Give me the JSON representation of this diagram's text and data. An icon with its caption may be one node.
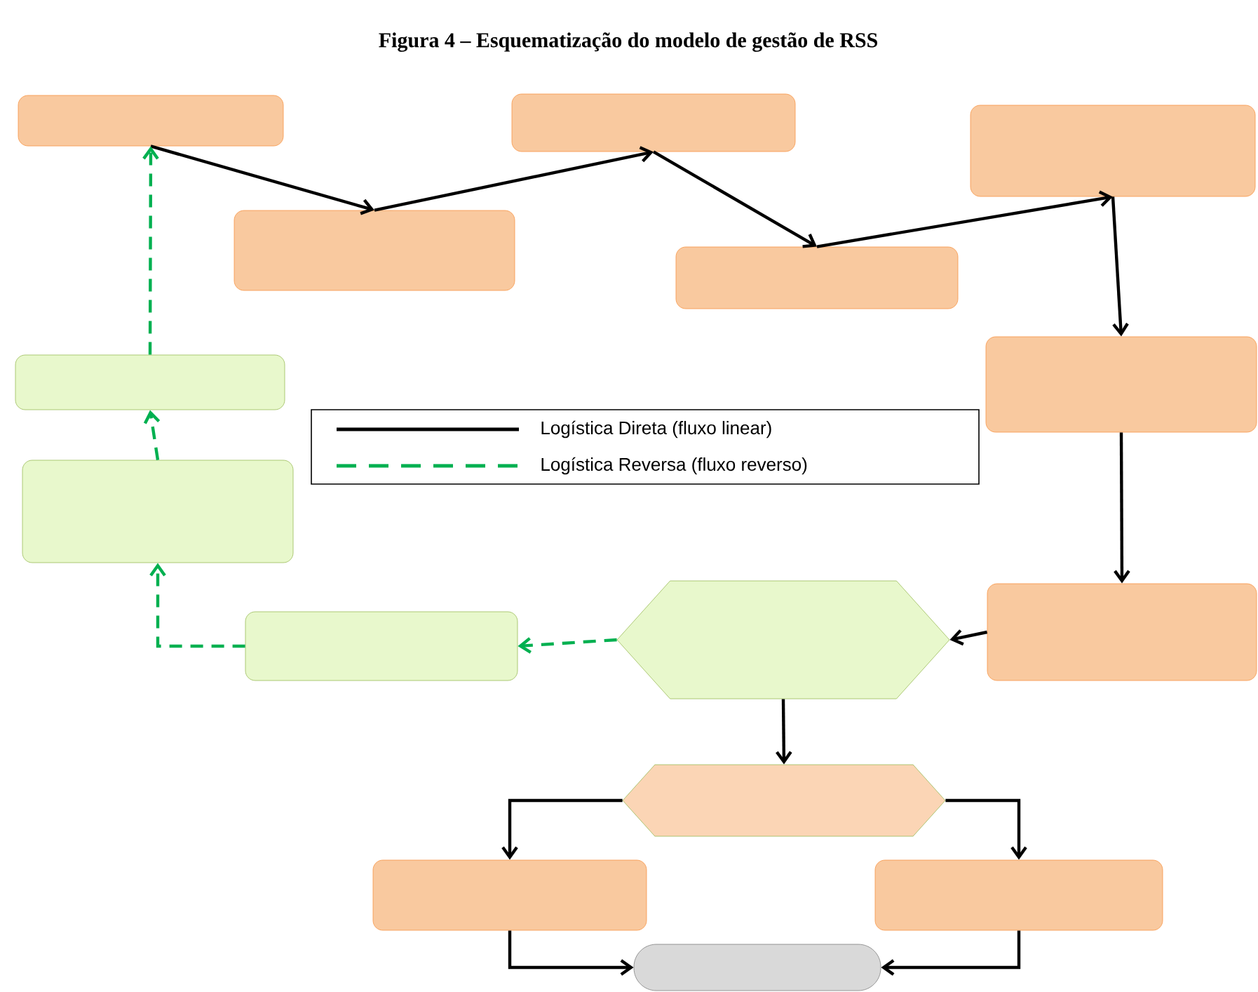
{
  "diagram": {
    "title": "Figura 4 – Esquematização do modelo de gestão de RSS",
    "nodes": [
      {
        "text": [],
        "shape": "box"
      },
      {
        "text": [],
        "shape": "box"
      },
      {
        "text": [],
        "shape": "box"
      },
      {
        "text": [],
        "shape": "box"
      },
      {
        "text": [],
        "shape": "box"
      },
      {
        "text": [],
        "shape": "box"
      },
      {
        "text": [],
        "shape": "box"
      },
      {
        "text": [],
        "shape": "hexagon"
      },
      {
        "text": [],
        "shape": "box"
      },
      {
        "text": [],
        "shape": "box"
      },
      {
        "text": [],
        "shape": "box"
      },
      {
        "text": [],
        "shape": "hexagon"
      },
      {
        "text": [],
        "shape": "box"
      },
      {
        "text": [],
        "shape": "box"
      },
      {
        "text": [],
        "shape": "pill"
      }
    ],
    "edges": [
      {
        "from": 0,
        "to": 1,
        "arrow": "to"
      },
      {
        "from": 1,
        "to": 2,
        "arrow": "to"
      },
      {
        "from": 2,
        "to": 3,
        "arrow": "to"
      },
      {
        "from": 3,
        "to": 4,
        "arrow": "to"
      },
      {
        "from": 4,
        "to": 5,
        "arrow": "to"
      },
      {
        "from": 5,
        "to": 6,
        "arrow": "to"
      },
      {
        "from": 6,
        "to": 7,
        "arrow": "to"
      },
      {
        "from": 7,
        "to": 8,
        "arrow": "to",
        "style": "dashed",
        "color": "#00b050"
      },
      {
        "from": 8,
        "to": 9,
        "arrow": "to",
        "style": "dashed",
        "color": "#00b050"
      },
      {
        "from": 9,
        "to": 10,
        "arrow": "to",
        "style": "dashed",
        "color": "#00b050"
      },
      {
        "from": 10,
        "to": 0,
        "arrow": "to",
        "style": "dashed",
        "color": "#00b050"
      },
      {
        "from": 7,
        "to": 11,
        "arrow": "to"
      },
      {
        "from": 11,
        "to": 12,
        "arrow": "to"
      },
      {
        "from": 11,
        "to": 13,
        "arrow": "to"
      },
      {
        "from": 12,
        "to": 14,
        "arrow": "to"
      },
      {
        "from": 13,
        "to": 14,
        "arrow": "to"
      }
    ],
    "legend": [
      {
        "text": "Logística Direta (fluxo linear)"
      },
      {
        "text": "Logística Reversa (fluxo reverso)"
      }
    ]
  }
}
